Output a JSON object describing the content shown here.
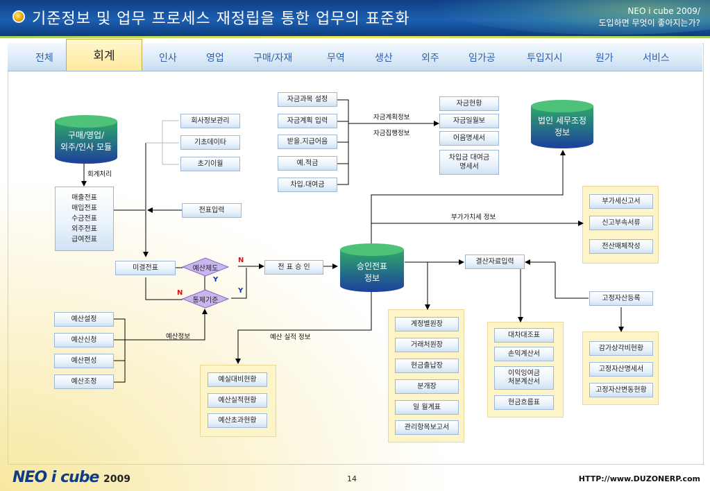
{
  "header": {
    "title": "기준정보 및 업무 프로세스 재정립을 통한 업무의 표준화",
    "brand_line1": "NEO i cube 2009/",
    "brand_line2": "도입하면 무엇이 좋아지는가?"
  },
  "tabs": {
    "all": "전체",
    "active": "회계",
    "hr": "인사",
    "sales": "영업",
    "purchase": "구매/자재",
    "trade": "무역",
    "production": "생산",
    "outsourcing": "외주",
    "leasing": "임가공",
    "input": "투입지시",
    "cost": "원가",
    "service": "서비스"
  },
  "diagram": {
    "db_modules": "구매/영업/\n외주/인사 모듈",
    "db_tax": "법인 세무조정\n정보",
    "db_approved": "승인전표\n정보",
    "label_accounting": "회계처리",
    "vouchers": "매출전표\n매입전표\n수금전표\n외주전표\n급여전표",
    "master": [
      "회사정보관리",
      "기초데이타",
      "초기이월"
    ],
    "voucher_input": "전표입력",
    "funds_setup": [
      "자금과목 설정",
      "자금계획 입력",
      "받을.지급어음",
      "예.적금",
      "차입.대여금"
    ],
    "label_fund_plan": "자금계획정보",
    "label_fund_exec": "자금집행정보",
    "fund_reports": [
      "자금현황",
      "자금일월보",
      "어음명세서",
      "차입금 대여금\n명세서"
    ],
    "label_vat": "부가가치세 정보",
    "vat_reports": [
      "부가세신고서",
      "신고부속서류",
      "전산매체작성"
    ],
    "unapproved": "미결전표",
    "dia_budget_control": "예산제도",
    "dia_control_basis": "통제기준",
    "voucher_approval": "전 표 승 인",
    "yes": "Y",
    "no": "N",
    "settlement_input": "결산자료입력",
    "fixed_asset_reg": "고정자산등록",
    "fixed_asset_reports": [
      "감가상각비현황",
      "고정자산명세서",
      "고정자산변동현황"
    ],
    "budget": [
      "예산설정",
      "예산신청",
      "예산편성",
      "예산조정"
    ],
    "label_budget_info": "예산정보",
    "label_budget_actual": "예산 실적 정보",
    "budget_reports": [
      "예실대비현황",
      "예산실적현황",
      "예산초과현황"
    ],
    "ledgers": [
      "계정별원장",
      "거래처원장",
      "현금출납장",
      "분개장",
      "일 월계표",
      "관리항목보고서"
    ],
    "statements": [
      "대차대조표",
      "손익계산서",
      "이익잉여금\n처분계산서",
      "현금흐름표"
    ]
  },
  "footer": {
    "logo_text": "NEO i cube",
    "logo_year": "2009",
    "page": "14",
    "url": "HTTP://www.DUZONERP.com"
  },
  "colors": {
    "header_bg": "#1d5fb0",
    "tab_text": "#2e5fae",
    "panel": "#fdf4c8",
    "db_green": "#2fa86a",
    "db_blue": "#1d3f9c",
    "diamond": "#c9b6ee",
    "red": "#e01010",
    "blue_mark": "#1030c0"
  }
}
